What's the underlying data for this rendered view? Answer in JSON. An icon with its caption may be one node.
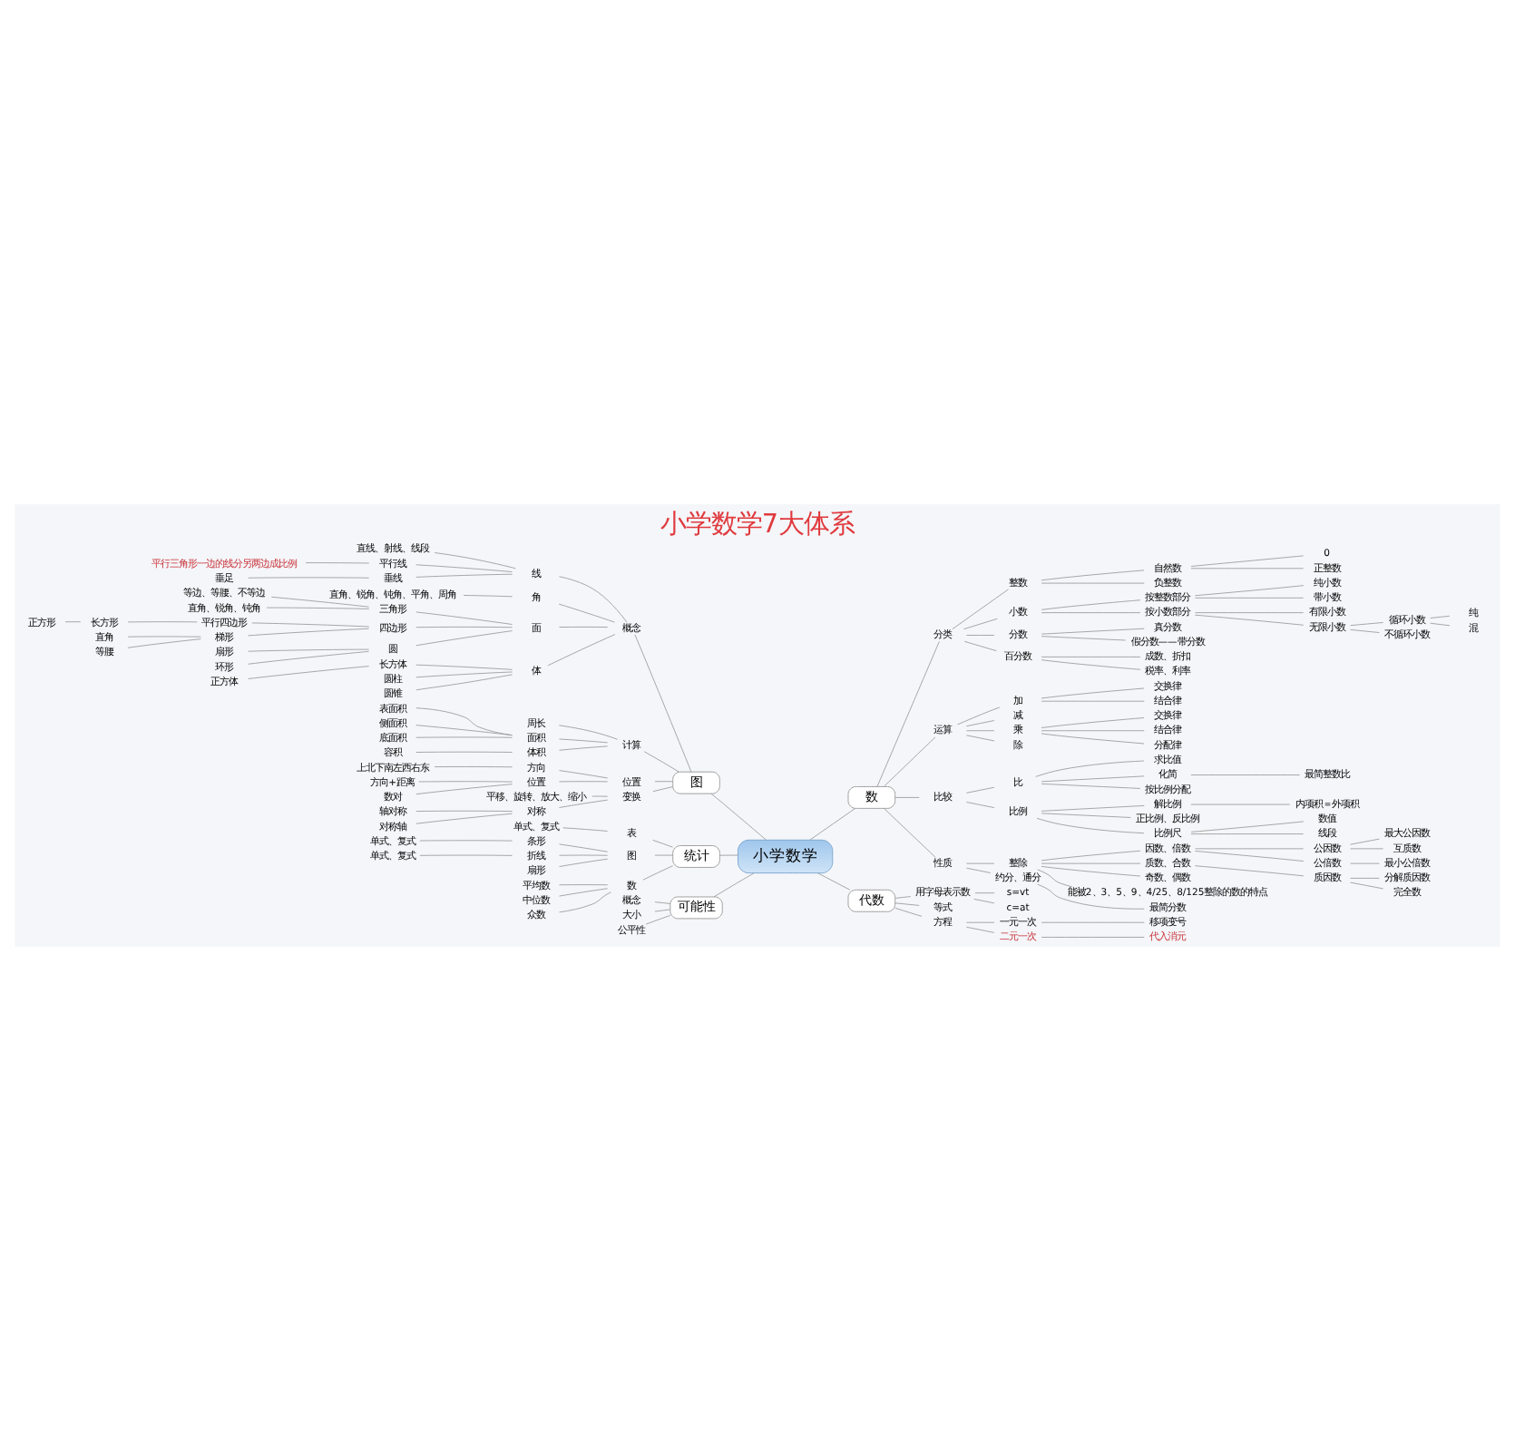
{
  "diagram": {
    "title": "小学数学7大体系",
    "nodes": [
      {
        "text": [
          "小学数学"
        ]
      },
      {
        "text": [
          "图"
        ]
      },
      {
        "text": [
          "概念"
        ]
      },
      {
        "text": [
          "线"
        ]
      },
      {
        "text": [
          "直线、射线、线段"
        ]
      },
      {
        "text": [
          "平行线"
        ]
      },
      {
        "text": [
          "平行三角形一边的线分另两边成比例"
        ]
      },
      {
        "text": [
          "垂线"
        ]
      },
      {
        "text": [
          "垂足"
        ]
      },
      {
        "text": [
          "角"
        ]
      },
      {
        "text": [
          "直角、锐角、钝角、平角、周角"
        ]
      },
      {
        "text": [
          "面"
        ]
      },
      {
        "text": [
          "三角形"
        ]
      },
      {
        "text": [
          "等边、等腰、不等边"
        ]
      },
      {
        "text": [
          "直角、锐角、钝角"
        ]
      },
      {
        "text": [
          "四边形"
        ]
      },
      {
        "text": [
          "平行四边形"
        ]
      },
      {
        "text": [
          "长方形"
        ]
      },
      {
        "text": [
          "正方形"
        ]
      },
      {
        "text": [
          "梯形"
        ]
      },
      {
        "text": [
          "直角"
        ]
      },
      {
        "text": [
          "等腰"
        ]
      },
      {
        "text": [
          "圆"
        ]
      },
      {
        "text": [
          "扇形"
        ]
      },
      {
        "text": [
          "环形"
        ]
      },
      {
        "text": [
          "体"
        ]
      },
      {
        "text": [
          "长方体"
        ]
      },
      {
        "text": [
          "正方体"
        ]
      },
      {
        "text": [
          "圆柱"
        ]
      },
      {
        "text": [
          "圆锥"
        ]
      },
      {
        "text": [
          "计算"
        ]
      },
      {
        "text": [
          "周长"
        ]
      },
      {
        "text": [
          "面积"
        ]
      },
      {
        "text": [
          "表面积"
        ]
      },
      {
        "text": [
          "侧面积"
        ]
      },
      {
        "text": [
          "底面积"
        ]
      },
      {
        "text": [
          "体积"
        ]
      },
      {
        "text": [
          "容积"
        ]
      },
      {
        "text": [
          "位置"
        ]
      },
      {
        "text": [
          "方向"
        ]
      },
      {
        "text": [
          "上北下南左西右东"
        ]
      },
      {
        "text": [
          "位置"
        ]
      },
      {
        "text": [
          "方向+距离"
        ]
      },
      {
        "text": [
          "数对"
        ]
      },
      {
        "text": [
          "变换"
        ]
      },
      {
        "text": [
          "平移、旋转、放大、缩小"
        ]
      },
      {
        "text": [
          "对称"
        ]
      },
      {
        "text": [
          "轴对称"
        ]
      },
      {
        "text": [
          "对称轴"
        ]
      },
      {
        "text": [
          "统计"
        ]
      },
      {
        "text": [
          "表"
        ]
      },
      {
        "text": [
          "单式、复式"
        ]
      },
      {
        "text": [
          "图"
        ]
      },
      {
        "text": [
          "条形"
        ]
      },
      {
        "text": [
          "单式、复式"
        ]
      },
      {
        "text": [
          "折线"
        ]
      },
      {
        "text": [
          "单式、复式"
        ]
      },
      {
        "text": [
          "扇形"
        ]
      },
      {
        "text": [
          "数"
        ]
      },
      {
        "text": [
          "平均数"
        ]
      },
      {
        "text": [
          "中位数"
        ]
      },
      {
        "text": [
          "众数"
        ]
      },
      {
        "text": [
          "可能性"
        ]
      },
      {
        "text": [
          "概念"
        ]
      },
      {
        "text": [
          "大小"
        ]
      },
      {
        "text": [
          "公平性"
        ]
      },
      {
        "text": [
          "数"
        ]
      },
      {
        "text": [
          "分类"
        ]
      },
      {
        "text": [
          "整数"
        ]
      },
      {
        "text": [
          "自然数"
        ]
      },
      {
        "text": [
          "0"
        ]
      },
      {
        "text": [
          "正整数"
        ]
      },
      {
        "text": [
          "负整数"
        ]
      },
      {
        "text": [
          "小数"
        ]
      },
      {
        "text": [
          "按整数部分"
        ]
      },
      {
        "text": [
          "纯小数"
        ]
      },
      {
        "text": [
          "带小数"
        ]
      },
      {
        "text": [
          "按小数部分"
        ]
      },
      {
        "text": [
          "有限小数"
        ]
      },
      {
        "text": [
          "无限小数"
        ]
      },
      {
        "text": [
          "循环小数"
        ]
      },
      {
        "text": [
          "纯"
        ]
      },
      {
        "text": [
          "混"
        ]
      },
      {
        "text": [
          "不循环小数"
        ]
      },
      {
        "text": [
          "分数"
        ]
      },
      {
        "text": [
          "真分数"
        ]
      },
      {
        "text": [
          "假分数——带分数"
        ]
      },
      {
        "text": [
          "百分数"
        ]
      },
      {
        "text": [
          "成数、折扣"
        ]
      },
      {
        "text": [
          "税率、利率"
        ]
      },
      {
        "text": [
          "运算"
        ]
      },
      {
        "text": [
          "加"
        ]
      },
      {
        "text": [
          "交换律"
        ]
      },
      {
        "text": [
          "结合律"
        ]
      },
      {
        "text": [
          "减"
        ]
      },
      {
        "text": [
          "乘"
        ]
      },
      {
        "text": [
          "交换律"
        ]
      },
      {
        "text": [
          "结合律"
        ]
      },
      {
        "text": [
          "分配律"
        ]
      },
      {
        "text": [
          "除"
        ]
      },
      {
        "text": [
          "比较"
        ]
      },
      {
        "text": [
          "比"
        ]
      },
      {
        "text": [
          "求比值"
        ]
      },
      {
        "text": [
          "化简"
        ]
      },
      {
        "text": [
          "最简整数比"
        ]
      },
      {
        "text": [
          "按比例分配"
        ]
      },
      {
        "text": [
          "比例"
        ]
      },
      {
        "text": [
          "解比例"
        ]
      },
      {
        "text": [
          "内项积＝外项积"
        ]
      },
      {
        "text": [
          "正比例、反比例"
        ]
      },
      {
        "text": [
          "比例尺"
        ]
      },
      {
        "text": [
          "数值"
        ]
      },
      {
        "text": [
          "线段"
        ]
      },
      {
        "text": [
          "性质"
        ]
      },
      {
        "text": [
          "整除"
        ]
      },
      {
        "text": [
          "因数、倍数"
        ]
      },
      {
        "text": [
          "公因数"
        ]
      },
      {
        "text": [
          "最大公因数"
        ]
      },
      {
        "text": [
          "互质数"
        ]
      },
      {
        "text": [
          "公倍数"
        ]
      },
      {
        "text": [
          "最小公倍数"
        ]
      },
      {
        "text": [
          "质数、合数"
        ]
      },
      {
        "text": [
          "质因数"
        ]
      },
      {
        "text": [
          "分解质因数"
        ]
      },
      {
        "text": [
          "完全数"
        ]
      },
      {
        "text": [
          "奇数、偶数"
        ]
      },
      {
        "text": [
          "能被2、3、5、9、4/25、8/125整除的数的特点"
        ]
      },
      {
        "text": [
          "约分、通分"
        ]
      },
      {
        "text": [
          "最简分数"
        ]
      },
      {
        "text": [
          "代数"
        ]
      },
      {
        "text": [
          "用字母表示数"
        ]
      },
      {
        "text": [
          "s=vt"
        ]
      },
      {
        "text": [
          "c=at"
        ]
      },
      {
        "text": [
          "等式"
        ]
      },
      {
        "text": [
          "方程"
        ]
      },
      {
        "text": [
          "一元一次"
        ]
      },
      {
        "text": [
          "移项变号"
        ]
      },
      {
        "text": [
          "二元一次"
        ]
      },
      {
        "text": [
          "代入消元"
        ]
      }
    ],
    "edges": [
      {
        "from": 0,
        "to": 1,
        "arrow": "none"
      },
      {
        "from": 1,
        "to": 2,
        "arrow": "none"
      },
      {
        "from": 2,
        "to": 3,
        "arrow": "none"
      },
      {
        "from": 3,
        "to": 4,
        "arrow": "none"
      },
      {
        "from": 3,
        "to": 5,
        "arrow": "none"
      },
      {
        "from": 5,
        "to": 6,
        "arrow": "none"
      },
      {
        "from": 3,
        "to": 7,
        "arrow": "none"
      },
      {
        "from": 7,
        "to": 8,
        "arrow": "none"
      },
      {
        "from": 2,
        "to": 9,
        "arrow": "none"
      },
      {
        "from": 9,
        "to": 10,
        "arrow": "none"
      },
      {
        "from": 2,
        "to": 11,
        "arrow": "none"
      },
      {
        "from": 11,
        "to": 12,
        "arrow": "none"
      },
      {
        "from": 12,
        "to": 13,
        "arrow": "none"
      },
      {
        "from": 12,
        "to": 14,
        "arrow": "none"
      },
      {
        "from": 11,
        "to": 15,
        "arrow": "none"
      },
      {
        "from": 15,
        "to": 16,
        "arrow": "none"
      },
      {
        "from": 16,
        "to": 17,
        "arrow": "none"
      },
      {
        "from": 17,
        "to": 18,
        "arrow": "none"
      },
      {
        "from": 15,
        "to": 19,
        "arrow": "none"
      },
      {
        "from": 19,
        "to": 20,
        "arrow": "none"
      },
      {
        "from": 19,
        "to": 21,
        "arrow": "none"
      },
      {
        "from": 11,
        "to": 22,
        "arrow": "none"
      },
      {
        "from": 22,
        "to": 23,
        "arrow": "none"
      },
      {
        "from": 22,
        "to": 24,
        "arrow": "none"
      },
      {
        "from": 2,
        "to": 25,
        "arrow": "none"
      },
      {
        "from": 25,
        "to": 26,
        "arrow": "none"
      },
      {
        "from": 26,
        "to": 27,
        "arrow": "none"
      },
      {
        "from": 25,
        "to": 28,
        "arrow": "none"
      },
      {
        "from": 25,
        "to": 29,
        "arrow": "none"
      },
      {
        "from": 1,
        "to": 30,
        "arrow": "none"
      },
      {
        "from": 30,
        "to": 31,
        "arrow": "none"
      },
      {
        "from": 30,
        "to": 32,
        "arrow": "none"
      },
      {
        "from": 32,
        "to": 33,
        "arrow": "none"
      },
      {
        "from": 32,
        "to": 34,
        "arrow": "none"
      },
      {
        "from": 32,
        "to": 35,
        "arrow": "none"
      },
      {
        "from": 30,
        "to": 36,
        "arrow": "none"
      },
      {
        "from": 36,
        "to": 37,
        "arrow": "none"
      },
      {
        "from": 1,
        "to": 38,
        "arrow": "none"
      },
      {
        "from": 38,
        "to": 39,
        "arrow": "none"
      },
      {
        "from": 39,
        "to": 40,
        "arrow": "none"
      },
      {
        "from": 38,
        "to": 41,
        "arrow": "none"
      },
      {
        "from": 41,
        "to": 42,
        "arrow": "none"
      },
      {
        "from": 41,
        "to": 43,
        "arrow": "none"
      },
      {
        "from": 1,
        "to": 44,
        "arrow": "none"
      },
      {
        "from": 44,
        "to": 45,
        "arrow": "none"
      },
      {
        "from": 44,
        "to": 46,
        "arrow": "none"
      },
      {
        "from": 46,
        "to": 47,
        "arrow": "none"
      },
      {
        "from": 46,
        "to": 48,
        "arrow": "none"
      },
      {
        "from": 0,
        "to": 49,
        "arrow": "none"
      },
      {
        "from": 49,
        "to": 50,
        "arrow": "none"
      },
      {
        "from": 50,
        "to": 51,
        "arrow": "none"
      },
      {
        "from": 49,
        "to": 52,
        "arrow": "none"
      },
      {
        "from": 52,
        "to": 53,
        "arrow": "none"
      },
      {
        "from": 53,
        "to": 54,
        "arrow": "none"
      },
      {
        "from": 52,
        "to": 55,
        "arrow": "none"
      },
      {
        "from": 55,
        "to": 56,
        "arrow": "none"
      },
      {
        "from": 52,
        "to": 57,
        "arrow": "none"
      },
      {
        "from": 49,
        "to": 58,
        "arrow": "none"
      },
      {
        "from": 58,
        "to": 59,
        "arrow": "none"
      },
      {
        "from": 58,
        "to": 60,
        "arrow": "none"
      },
      {
        "from": 58,
        "to": 61,
        "arrow": "none"
      },
      {
        "from": 0,
        "to": 62,
        "arrow": "none"
      },
      {
        "from": 62,
        "to": 63,
        "arrow": "none"
      },
      {
        "from": 62,
        "to": 64,
        "arrow": "none"
      },
      {
        "from": 62,
        "to": 65,
        "arrow": "none"
      },
      {
        "from": 0,
        "to": 66,
        "arrow": "none"
      },
      {
        "from": 66,
        "to": 67,
        "arrow": "none"
      },
      {
        "from": 67,
        "to": 68,
        "arrow": "none"
      },
      {
        "from": 68,
        "to": 69,
        "arrow": "none"
      },
      {
        "from": 69,
        "to": 70,
        "arrow": "none"
      },
      {
        "from": 69,
        "to": 71,
        "arrow": "none"
      },
      {
        "from": 68,
        "to": 72,
        "arrow": "none"
      },
      {
        "from": 67,
        "to": 73,
        "arrow": "none"
      },
      {
        "from": 73,
        "to": 74,
        "arrow": "none"
      },
      {
        "from": 74,
        "to": 75,
        "arrow": "none"
      },
      {
        "from": 74,
        "to": 76,
        "arrow": "none"
      },
      {
        "from": 73,
        "to": 77,
        "arrow": "none"
      },
      {
        "from": 77,
        "to": 78,
        "arrow": "none"
      },
      {
        "from": 77,
        "to": 79,
        "arrow": "none"
      },
      {
        "from": 79,
        "to": 80,
        "arrow": "none"
      },
      {
        "from": 80,
        "to": 81,
        "arrow": "none"
      },
      {
        "from": 80,
        "to": 82,
        "arrow": "none"
      },
      {
        "from": 79,
        "to": 83,
        "arrow": "none"
      },
      {
        "from": 67,
        "to": 84,
        "arrow": "none"
      },
      {
        "from": 84,
        "to": 85,
        "arrow": "none"
      },
      {
        "from": 84,
        "to": 86,
        "arrow": "none"
      },
      {
        "from": 67,
        "to": 87,
        "arrow": "none"
      },
      {
        "from": 87,
        "to": 88,
        "arrow": "none"
      },
      {
        "from": 87,
        "to": 89,
        "arrow": "none"
      },
      {
        "from": 66,
        "to": 90,
        "arrow": "none"
      },
      {
        "from": 90,
        "to": 91,
        "arrow": "none"
      },
      {
        "from": 91,
        "to": 92,
        "arrow": "none"
      },
      {
        "from": 91,
        "to": 93,
        "arrow": "none"
      },
      {
        "from": 90,
        "to": 94,
        "arrow": "none"
      },
      {
        "from": 90,
        "to": 95,
        "arrow": "none"
      },
      {
        "from": 95,
        "to": 96,
        "arrow": "none"
      },
      {
        "from": 95,
        "to": 97,
        "arrow": "none"
      },
      {
        "from": 95,
        "to": 98,
        "arrow": "none"
      },
      {
        "from": 90,
        "to": 99,
        "arrow": "none"
      },
      {
        "from": 66,
        "to": 100,
        "arrow": "none"
      },
      {
        "from": 100,
        "to": 101,
        "arrow": "none"
      },
      {
        "from": 101,
        "to": 102,
        "arrow": "none"
      },
      {
        "from": 101,
        "to": 103,
        "arrow": "none"
      },
      {
        "from": 103,
        "to": 104,
        "arrow": "none"
      },
      {
        "from": 101,
        "to": 105,
        "arrow": "none"
      },
      {
        "from": 100,
        "to": 106,
        "arrow": "none"
      },
      {
        "from": 106,
        "to": 107,
        "arrow": "none"
      },
      {
        "from": 107,
        "to": 108,
        "arrow": "none"
      },
      {
        "from": 106,
        "to": 109,
        "arrow": "none"
      },
      {
        "from": 106,
        "to": 110,
        "arrow": "none"
      },
      {
        "from": 110,
        "to": 111,
        "arrow": "none"
      },
      {
        "from": 110,
        "to": 112,
        "arrow": "none"
      },
      {
        "from": 66,
        "to": 113,
        "arrow": "none"
      },
      {
        "from": 113,
        "to": 114,
        "arrow": "none"
      },
      {
        "from": 114,
        "to": 115,
        "arrow": "none"
      },
      {
        "from": 115,
        "to": 116,
        "arrow": "none"
      },
      {
        "from": 116,
        "to": 117,
        "arrow": "none"
      },
      {
        "from": 116,
        "to": 118,
        "arrow": "none"
      },
      {
        "from": 115,
        "to": 119,
        "arrow": "none"
      },
      {
        "from": 119,
        "to": 120,
        "arrow": "none"
      },
      {
        "from": 114,
        "to": 121,
        "arrow": "none"
      },
      {
        "from": 121,
        "to": 122,
        "arrow": "none"
      },
      {
        "from": 122,
        "to": 123,
        "arrow": "none"
      },
      {
        "from": 122,
        "to": 124,
        "arrow": "none"
      },
      {
        "from": 114,
        "to": 125,
        "arrow": "none"
      },
      {
        "from": 114,
        "to": 126,
        "arrow": "none"
      },
      {
        "from": 113,
        "to": 127,
        "arrow": "none"
      },
      {
        "from": 127,
        "to": 128,
        "arrow": "none"
      },
      {
        "from": 0,
        "to": 129,
        "arrow": "none"
      },
      {
        "from": 129,
        "to": 130,
        "arrow": "none"
      },
      {
        "from": 130,
        "to": 131,
        "arrow": "none"
      },
      {
        "from": 130,
        "to": 132,
        "arrow": "none"
      },
      {
        "from": 129,
        "to": 133,
        "arrow": "none"
      },
      {
        "from": 129,
        "to": 134,
        "arrow": "none"
      },
      {
        "from": 134,
        "to": 135,
        "arrow": "none"
      },
      {
        "from": 135,
        "to": 136,
        "arrow": "none"
      },
      {
        "from": 134,
        "to": 137,
        "arrow": "none"
      },
      {
        "from": 137,
        "to": 138,
        "arrow": "none"
      }
    ]
  }
}
